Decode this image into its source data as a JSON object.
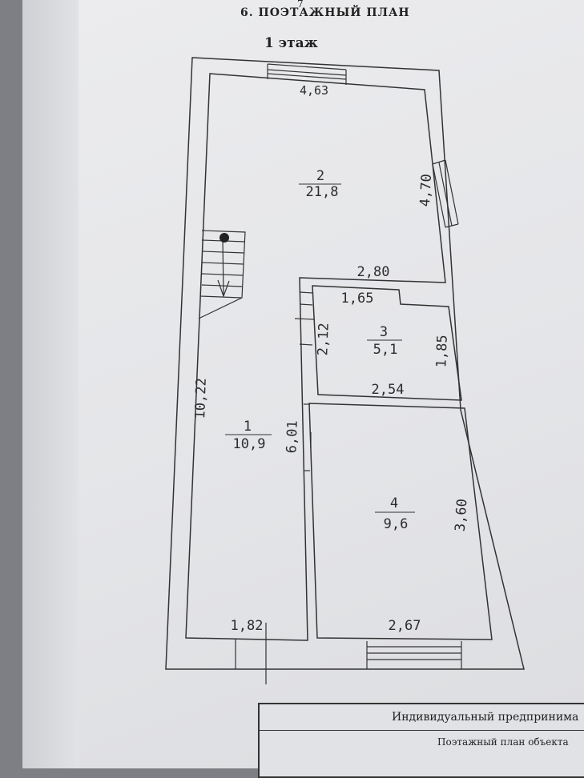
{
  "document": {
    "page_number": "7",
    "section_title": "6. ПОЭТАЖНЫЙ ПЛАН",
    "floor_title": "1 этаж"
  },
  "rooms": [
    {
      "number": "1",
      "area": "10,9"
    },
    {
      "number": "2",
      "area": "21,8"
    },
    {
      "number": "3",
      "area": "5,1"
    },
    {
      "number": "4",
      "area": "9,6"
    }
  ],
  "dimensions": {
    "top_width": "4,63",
    "right_height_room2": "4,70",
    "room2_bottom": "2,80",
    "room3_top": "1,65",
    "room3_left": "2,12",
    "room3_right": "1,85",
    "room3_bottom": "2,54",
    "room1_height": "10,22",
    "partition_height": "6,01",
    "room4_height": "3,60",
    "room1_bottom": "1,82",
    "room4_bottom": "2,67"
  },
  "title_block": {
    "line1": "Индивидуальный предпринима",
    "line2": "Поэтажный план объекта"
  }
}
